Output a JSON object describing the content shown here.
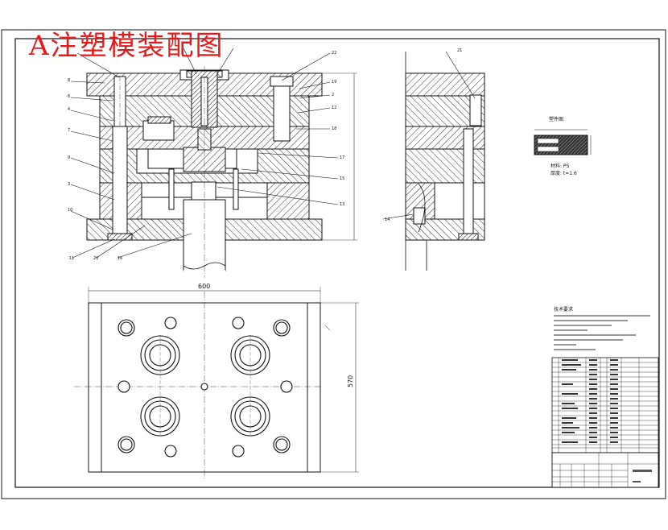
{
  "title": "A注塑模装配图",
  "drawing_bg": "#ffffff",
  "line_color": "#111111",
  "title_color": "#e51a1a",
  "dimensions": {
    "plan_width": "600",
    "plan_height": "570"
  },
  "part_detail": {
    "heading": "塑件图",
    "material": "材料: PS",
    "wall": "厚度: t=1.6"
  },
  "tech_req_heading": "技术要求"
}
